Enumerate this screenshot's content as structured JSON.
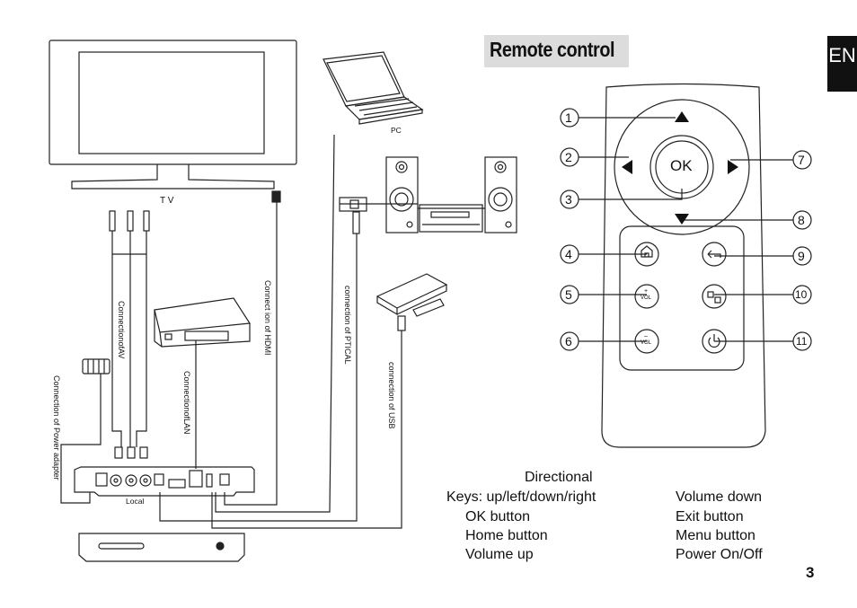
{
  "title": "Remote control",
  "lang_tab": "EN",
  "page_number": "3",
  "labels": {
    "tv": "T V",
    "pc": "PC",
    "local": "Local",
    "av": "ConnectionofAV",
    "power": "Connection of Power adapter",
    "lan": "ConnectionofLAN",
    "hdmi": "Connect ion of HDMI",
    "optical": "connection of PTICAL",
    "usb": "connection of USB"
  },
  "remote": {
    "ok": "OK",
    "vol": "VOL",
    "plus": "+",
    "minus": "–"
  },
  "callouts": [
    "1",
    "2",
    "3",
    "4",
    "5",
    "6",
    "7",
    "8",
    "9",
    "10",
    "11"
  ],
  "legend_left": {
    "line1": "Directional",
    "line2": "Keys: up/left/down/right",
    "line3": "OK button",
    "line4": "Home button",
    "line5": "Volume up"
  },
  "legend_right": {
    "line1": "Volume down",
    "line2": "Exit button",
    "line3": "Menu button",
    "line4": "Power On/Off"
  }
}
